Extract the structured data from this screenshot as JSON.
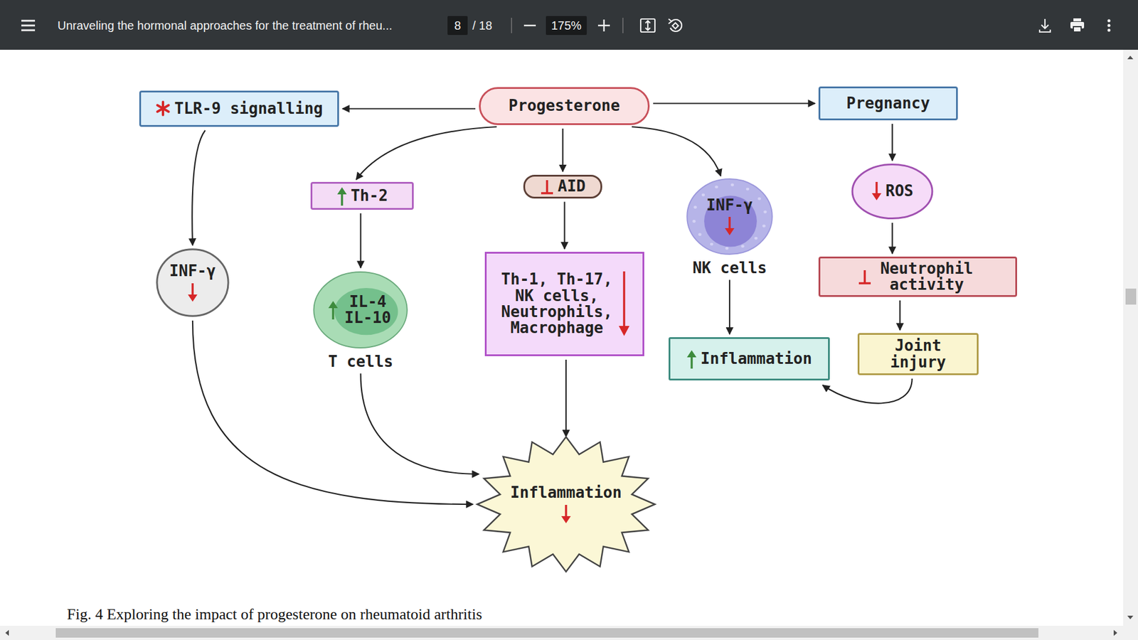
{
  "diagram": {
    "caption": "Fig. 4 Exploring the impact of progesterone on rheumatoid arthritis",
    "nodes": [
      {
        "text": [
          "TLR-9 signalling"
        ]
      },
      {
        "text": [
          "Progesterone"
        ]
      },
      {
        "text": [
          "Pregnancy"
        ]
      },
      {
        "text": [
          "Th-2"
        ]
      },
      {
        "text": [
          "AID"
        ]
      },
      {
        "text": [
          "INF-γ",
          "NK cells"
        ]
      },
      {
        "text": [
          "ROS"
        ]
      },
      {
        "text": [
          "INF-γ"
        ]
      },
      {
        "text": [
          "IL-4 IL-10",
          "T cells"
        ]
      },
      {
        "text": [
          "Th-1, Th-17, NK cells, Neutrophils, Macrophage"
        ]
      },
      {
        "text": [
          "Neutrophil activity"
        ]
      },
      {
        "text": [
          "Inflammation"
        ]
      },
      {
        "text": [
          "Joint injury"
        ]
      },
      {
        "text": [
          "Inflammation"
        ]
      }
    ],
    "edges": [
      {
        "from": 1,
        "to": 0,
        "arrow": "to"
      },
      {
        "from": 1,
        "to": 2,
        "arrow": "to"
      },
      {
        "from": 1,
        "to": 3,
        "arrow": "to"
      },
      {
        "from": 1,
        "to": 4,
        "arrow": "to"
      },
      {
        "from": 1,
        "to": 5,
        "arrow": "to"
      },
      {
        "from": 2,
        "to": 6,
        "arrow": "to"
      },
      {
        "from": 0,
        "to": 7,
        "arrow": "to"
      },
      {
        "from": 3,
        "to": 8,
        "arrow": "to"
      },
      {
        "from": 4,
        "to": 9,
        "arrow": "to"
      },
      {
        "from": 5,
        "to": 11,
        "arrow": "to"
      },
      {
        "from": 6,
        "to": 10,
        "arrow": "to"
      },
      {
        "from": 10,
        "to": 12,
        "arrow": "to"
      },
      {
        "from": 12,
        "to": 11,
        "arrow": "to"
      },
      {
        "from": 7,
        "to": 13,
        "arrow": "to"
      },
      {
        "from": 8,
        "to": 13,
        "arrow": "to"
      },
      {
        "from": 9,
        "to": 13,
        "arrow": "to"
      }
    ],
    "labels": [
      "Unraveling the hormonal approaches for the treatment of rheu...",
      "8",
      "/ 18",
      "175%"
    ]
  }
}
